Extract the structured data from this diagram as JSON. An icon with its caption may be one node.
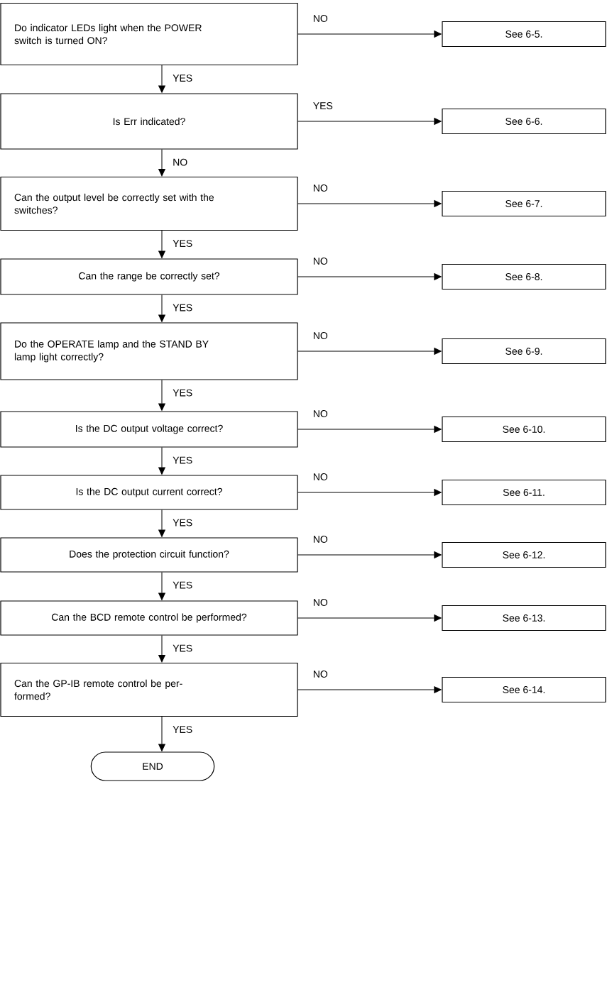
{
  "diagram": {
    "nodes": [
      {
        "text": [
          "Do indicator LEDs light when the POWER switch is turned ON?"
        ]
      },
      {
        "text": [
          "See 6-5."
        ]
      },
      {
        "text": [
          "Is Err indicated?"
        ]
      },
      {
        "text": [
          "See 6-6."
        ]
      },
      {
        "text": [
          "Can the output level be correctly set with the switches?"
        ]
      },
      {
        "text": [
          "See 6-7."
        ]
      },
      {
        "text": [
          "Can the range be correctly set?"
        ]
      },
      {
        "text": [
          "See 6-8."
        ]
      },
      {
        "text": [
          "Do the OPERATE lamp and the STAND BY lamp light correctly?"
        ]
      },
      {
        "text": [
          "See 6-9."
        ]
      },
      {
        "text": [
          "Is the DC output voltage correct?"
        ]
      },
      {
        "text": [
          "See 6-10."
        ]
      },
      {
        "text": [
          "Is the DC output current correct?"
        ]
      },
      {
        "text": [
          "See 6-11."
        ]
      },
      {
        "text": [
          "Does the protection circuit function?"
        ]
      },
      {
        "text": [
          "See 6-12."
        ]
      },
      {
        "text": [
          "Can the BCD remote control be performed?"
        ]
      },
      {
        "text": [
          "See 6-13."
        ]
      },
      {
        "text": [
          "Can the GP-IB remote control be per- formed?"
        ]
      },
      {
        "text": [
          "See 6-14."
        ]
      },
      {
        "text": [
          "END"
        ]
      }
    ],
    "edges": [
      {
        "from": 0,
        "to": 1,
        "arrow": "to",
        "label": "NO"
      },
      {
        "from": 0,
        "to": 2,
        "arrow": "to",
        "label": "YES"
      },
      {
        "from": 2,
        "to": 3,
        "arrow": "to",
        "label": "YES"
      },
      {
        "from": 2,
        "to": 4,
        "arrow": "to",
        "label": "NO"
      },
      {
        "from": 4,
        "to": 5,
        "arrow": "to",
        "label": "NO"
      },
      {
        "from": 4,
        "to": 6,
        "arrow": "to",
        "label": "YES"
      },
      {
        "from": 6,
        "to": 7,
        "arrow": "to",
        "label": "NO"
      },
      {
        "from": 6,
        "to": 8,
        "arrow": "to",
        "label": "YES"
      },
      {
        "from": 8,
        "to": 9,
        "arrow": "to",
        "label": "NO"
      },
      {
        "from": 8,
        "to": 10,
        "arrow": "to",
        "label": "YES"
      },
      {
        "from": 10,
        "to": 11,
        "arrow": "to",
        "label": "NO"
      },
      {
        "from": 10,
        "to": 12,
        "arrow": "to",
        "label": "YES"
      },
      {
        "from": 12,
        "to": 13,
        "arrow": "to",
        "label": "NO"
      },
      {
        "from": 12,
        "to": 14,
        "arrow": "to",
        "label": "YES"
      },
      {
        "from": 14,
        "to": 15,
        "arrow": "to",
        "label": "NO"
      },
      {
        "from": 14,
        "to": 16,
        "arrow": "to",
        "label": "YES"
      },
      {
        "from": 16,
        "to": 17,
        "arrow": "to",
        "label": "NO"
      },
      {
        "from": 16,
        "to": 18,
        "arrow": "to",
        "label": "YES"
      },
      {
        "from": 18,
        "to": 19,
        "arrow": "to",
        "label": "NO"
      },
      {
        "from": 18,
        "to": 20,
        "arrow": "to",
        "label": "YES"
      }
    ]
  }
}
